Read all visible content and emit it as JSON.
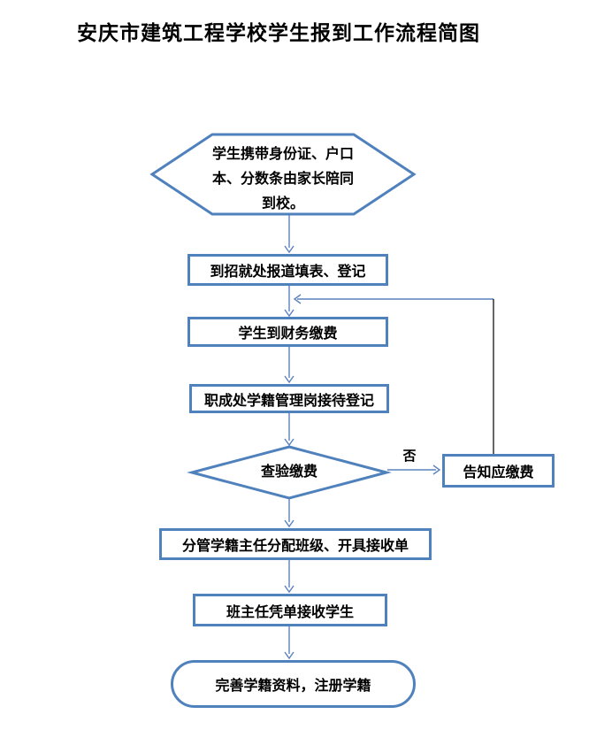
{
  "title": "安庆市建筑工程学校学生报到工作流程简图",
  "colors": {
    "shape_border": "#4F81BD",
    "connector_line": "#5A82BE",
    "loop_line_vertical": "#000000",
    "text": "#000000",
    "background": "#ffffff"
  },
  "nodes": {
    "start": {
      "shape": "hexagon",
      "lines": [
        "学生携带身份证、户口",
        "本、分数条由家长陪同",
        "到校。"
      ]
    },
    "register": {
      "shape": "rect",
      "label": "到招就处报道填表、登记"
    },
    "pay": {
      "shape": "rect",
      "label": "学生到财务缴费"
    },
    "reception": {
      "shape": "rect",
      "label": "职成处学籍管理岗接待登记"
    },
    "check": {
      "shape": "diamond",
      "label": "查验缴费"
    },
    "notify": {
      "shape": "rect",
      "label": "告知应缴费"
    },
    "assign": {
      "shape": "rect",
      "label": "分管学籍主任分配班级、开具接收单"
    },
    "accept": {
      "shape": "rect",
      "label": "班主任凭单接收学生"
    },
    "end": {
      "shape": "terminator",
      "label": "完善学籍资料，注册学籍"
    }
  },
  "edge_labels": {
    "no": "否"
  }
}
